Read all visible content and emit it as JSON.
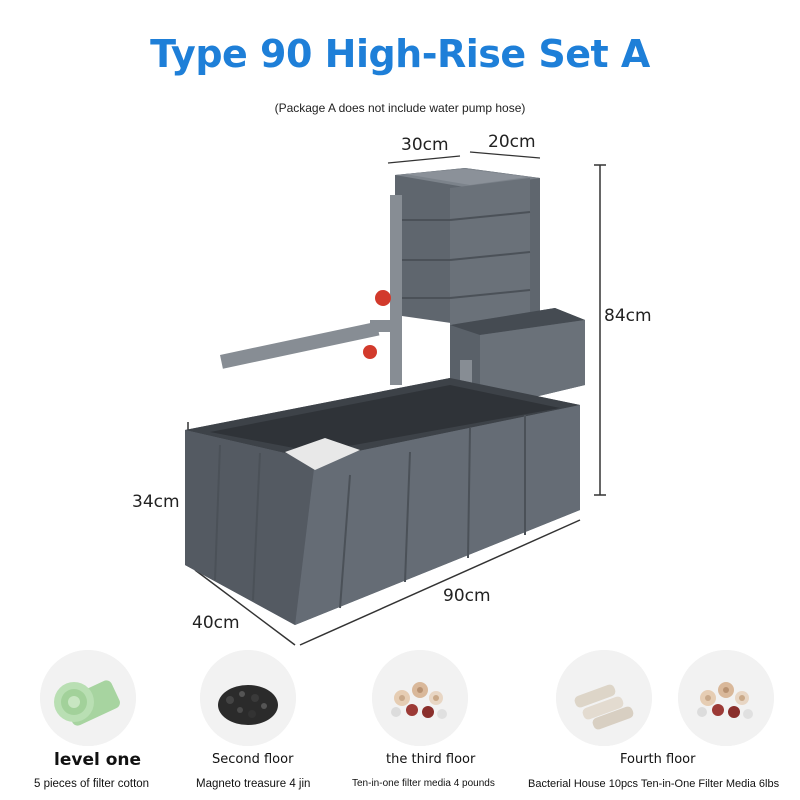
{
  "title": "Type 90 High-Rise Set A",
  "subtitle": "(Package A does not include water pump hose)",
  "dimensions": {
    "top_width": "30cm",
    "top_depth": "20cm",
    "total_height": "84cm",
    "base_height": "34cm",
    "base_length": "90cm",
    "base_depth": "40cm"
  },
  "media": [
    {
      "level": "level one",
      "desc": "5 pieces of filter cotton",
      "icon": "filter-cotton-icon"
    },
    {
      "level": "Second floor",
      "desc": "Magneto treasure 4 jin",
      "icon": "magneto-media-icon"
    },
    {
      "level": "the third floor",
      "desc": "Ten-in-one filter media 4 pounds",
      "icon": "ten-in-one-media-icon"
    },
    {
      "level": "Fourth floor",
      "desc": "Bacterial House 10pcs Ten-in-One Filter Media 6lbs",
      "icon": "bacterial-house-icon"
    }
  ],
  "colors": {
    "title": "#1e7fd8",
    "tank": "#5c636c",
    "valve": "#d23a2c"
  }
}
